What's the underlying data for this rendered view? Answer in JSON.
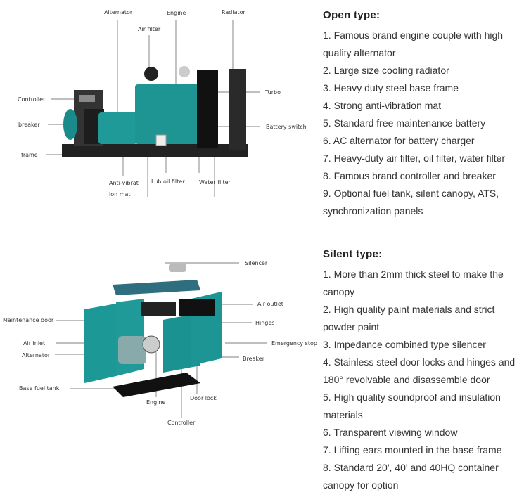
{
  "open_diagram": {
    "labels": [
      "Alternator",
      "Engine",
      "Radiator",
      "Air filter",
      "Controller",
      "breaker",
      "frame",
      "Turbo",
      "Battery switch",
      "Anti-vibrat",
      "ion mat",
      "Lub oil filter",
      "Water filter"
    ]
  },
  "silent_diagram": {
    "labels": [
      "Silencer",
      "Air outlet",
      "Maintenance door",
      "Hinges",
      "Air inlet",
      "Emergency stop",
      "Alternator",
      "Breaker",
      "Base fuel tank",
      "Door lock",
      "Engine",
      "Controller"
    ]
  },
  "open": {
    "title": "Open  type:",
    "lines": [
      "1. Famous brand engine couple with high",
      "quality alternator",
      "2. Large size cooling radiator",
      "3. Heavy duty steel base frame",
      "4. Strong anti-vibration mat",
      "5. Standard free maintenance battery",
      "6. AC alternator for battery charger",
      "7. Heavy-duty air filter, oil filter, water filter",
      "8. Famous brand controller and breaker",
      "9. Optional fuel tank, silent canopy, ATS,",
      "synchronization panels"
    ]
  },
  "silent": {
    "title": "Silent type:",
    "lines": [
      "1. More than 2mm thick steel to make the",
      "canopy",
      "2. High quality paint materials and strict",
      "powder paint",
      "3. Impedance combined type silencer",
      "4. Stainless steel door locks and hinges and",
      "180° revolvable and disassemble door",
      "5. High quality soundproof and insulation",
      "materials",
      "6. Transparent viewing window",
      "7. Lifting ears mounted in the base frame",
      "8. Standard 20', 40' and 40HQ container",
      "canopy for option"
    ]
  }
}
